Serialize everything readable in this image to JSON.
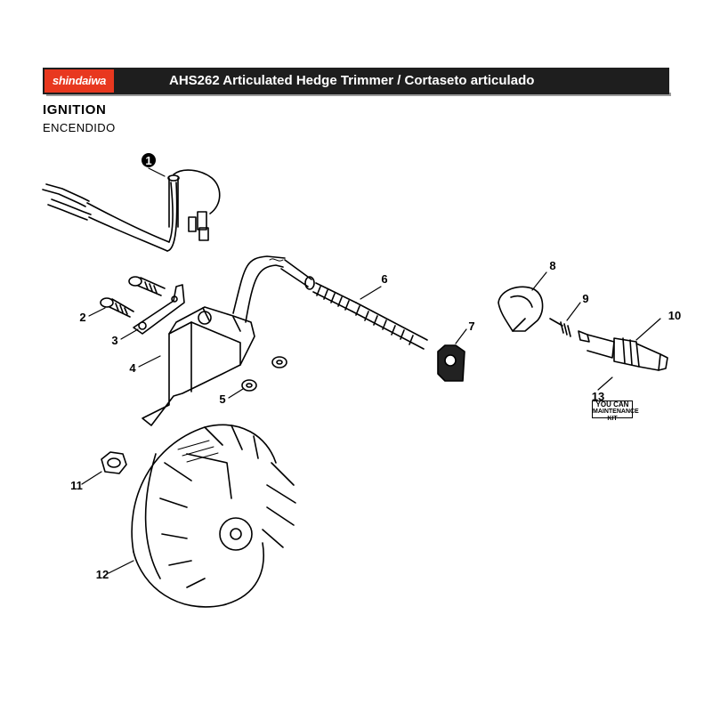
{
  "header": {
    "brand": "shindaiwa",
    "title": "AHS262 Articulated Hedge Trimmer / Cortaseto articulado"
  },
  "section": {
    "title": "IGNITION",
    "subtitle": "ENCENDIDO"
  },
  "callouts": [
    "1",
    "2",
    "3",
    "4",
    "5",
    "6",
    "7",
    "8",
    "9",
    "10",
    "11",
    "12",
    "13"
  ],
  "kit_badge": {
    "line1": "YOU CAN",
    "line2": "MAINTENANCE KIT"
  },
  "colors": {
    "brand_red": "#e8381f",
    "header_bg": "#1e1e1e"
  }
}
